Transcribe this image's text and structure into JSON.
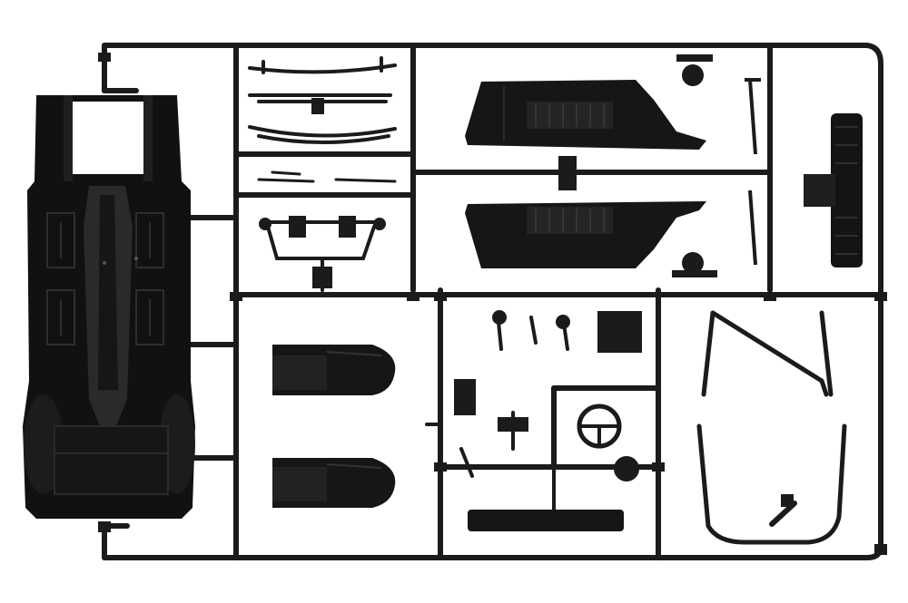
{
  "scene": {
    "subject": "model-kit-sprue",
    "colors": {
      "background": "#ffffff",
      "plastic": "#1b1b1b",
      "plastic_dark": "#0d0d0d",
      "highlight": "#3a3a3a",
      "sheen": "#4a4a4a"
    }
  },
  "parts": [
    {
      "id": "chassis-floor-pan"
    },
    {
      "id": "leaf-spring-1"
    },
    {
      "id": "leaf-spring-2"
    },
    {
      "id": "leaf-spring-3"
    },
    {
      "id": "wiper-arms"
    },
    {
      "id": "front-axle"
    },
    {
      "id": "rear-fender-upper"
    },
    {
      "id": "rear-fender-lower"
    },
    {
      "id": "spare-wheel-carrier"
    },
    {
      "id": "seat-upper"
    },
    {
      "id": "seat-lower"
    },
    {
      "id": "steering-wheel"
    },
    {
      "id": "bench-bar"
    },
    {
      "id": "windshield-frame"
    },
    {
      "id": "roll-bar"
    }
  ]
}
